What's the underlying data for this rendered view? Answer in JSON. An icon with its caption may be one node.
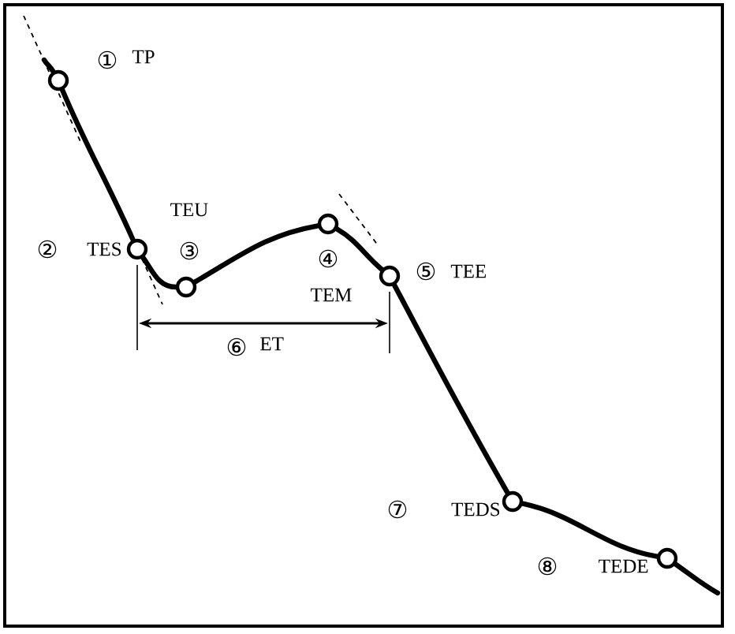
{
  "diagram": {
    "nodes": [
      {
        "text": [],
        "shape": "circle",
        "beside": [
          "①",
          "TP"
        ]
      },
      {
        "text": [],
        "shape": "circle",
        "beside": [
          "②",
          "TES"
        ]
      },
      {
        "text": [],
        "shape": "circle",
        "beside": [
          "TEU",
          "③"
        ]
      },
      {
        "text": [],
        "shape": "circle",
        "beside": [
          "④",
          "TEM"
        ]
      },
      {
        "text": [],
        "shape": "circle",
        "beside": [
          "⑤",
          "TEE"
        ]
      },
      {
        "text": [],
        "shape": "circle",
        "beside": [
          "⑦",
          "TEDS"
        ]
      },
      {
        "text": [],
        "shape": "circle",
        "beside": [
          "⑧",
          "TEDE"
        ]
      }
    ],
    "edges": [
      {
        "from": null,
        "to": 0,
        "arrow": "none"
      },
      {
        "from": 0,
        "to": 1,
        "arrow": "none"
      },
      {
        "from": 1,
        "to": 2,
        "arrow": "none"
      },
      {
        "from": 2,
        "to": 3,
        "arrow": "none"
      },
      {
        "from": 3,
        "to": 4,
        "arrow": "none"
      },
      {
        "from": 4,
        "to": 5,
        "arrow": "none"
      },
      {
        "from": 5,
        "to": 6,
        "arrow": "none"
      },
      {
        "from": 6,
        "to": null,
        "arrow": "none"
      }
    ],
    "labels": [
      "⑥",
      "ET"
    ]
  }
}
